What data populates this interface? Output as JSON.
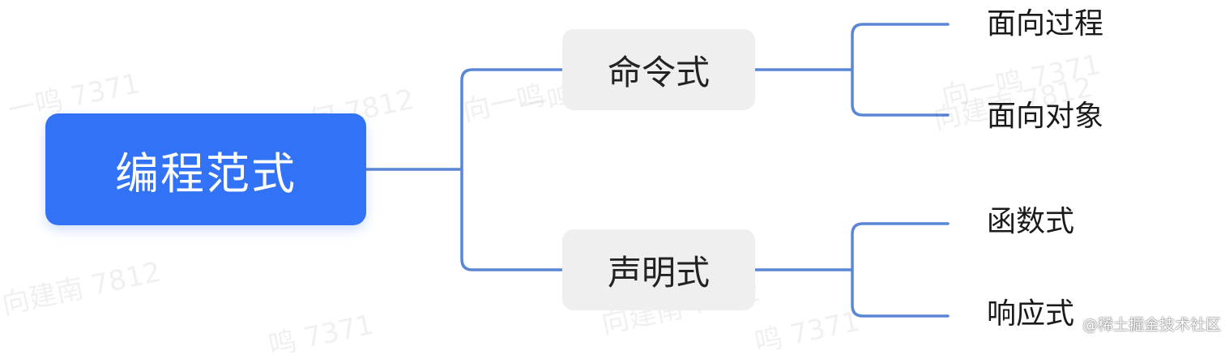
{
  "root": {
    "label": "编程范式",
    "color": "#3172f6"
  },
  "branches": [
    {
      "label": "命令式",
      "children": [
        "面向过程",
        "面向对象"
      ]
    },
    {
      "label": "声明式",
      "children": [
        "函数式",
        "响应式"
      ]
    }
  ],
  "connector_color": "#5a86d6",
  "watermarks": [
    "一鸣 7371",
    "何 7812",
    "向一鸣",
    "向建南 7812",
    "向一鸣 7371",
    "向建南 7812",
    "鸣 7371",
    "向建南 7812",
    "鸣 7371",
    "一鸣 7371"
  ],
  "source_tag": "@稀土掘金技术社区"
}
